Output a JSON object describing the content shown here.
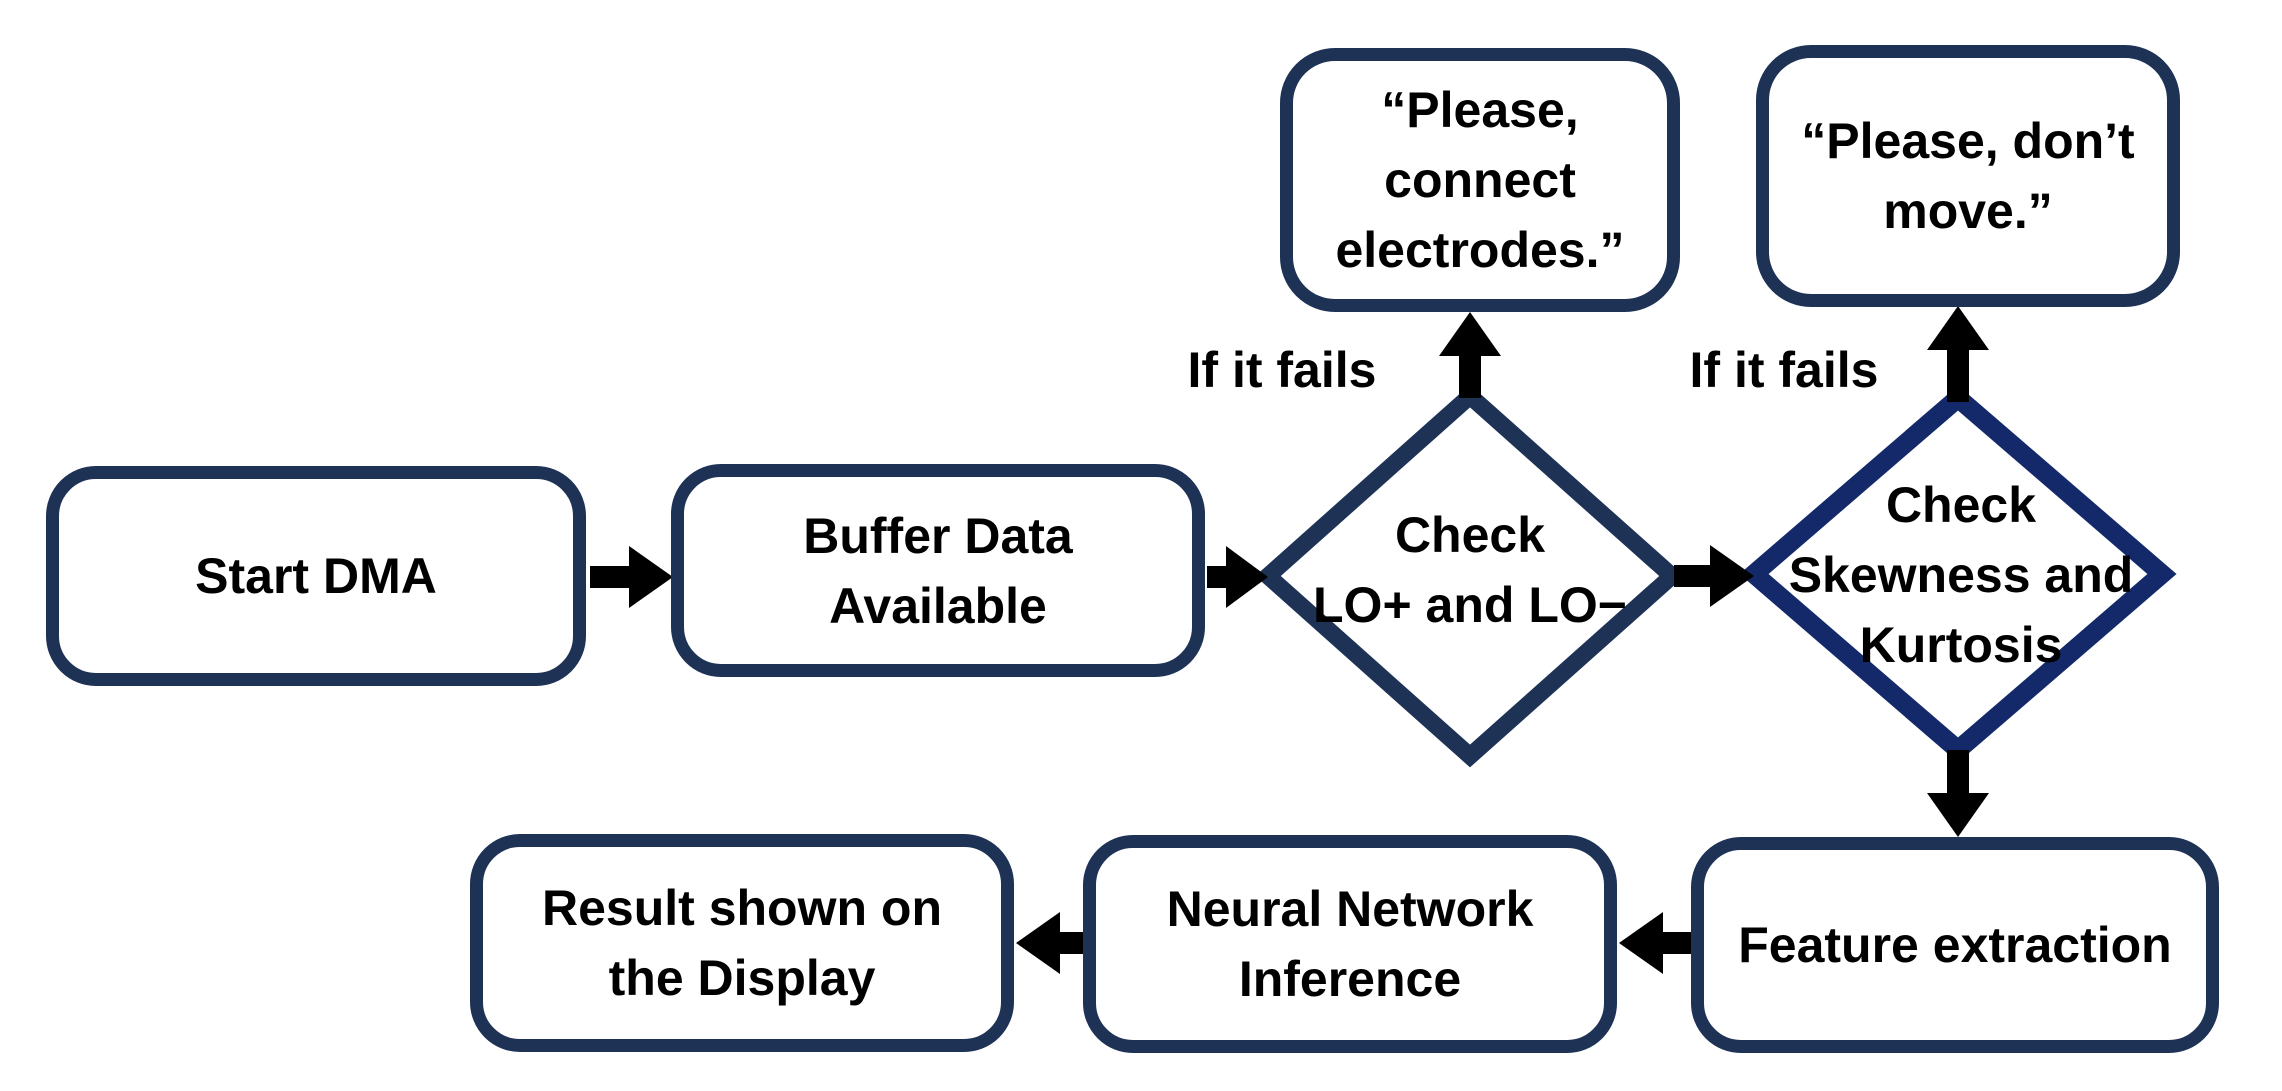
{
  "colors": {
    "background": "#ffffff",
    "shape_border": "#1e3255",
    "diamond2_border": "#14296a",
    "arrow": "#000000",
    "text": "#000000"
  },
  "flowchart": {
    "nodes": {
      "start": {
        "label": [
          "Start DMA"
        ]
      },
      "buffer": {
        "label": [
          "Buffer Data",
          "Available"
        ]
      },
      "connect_msg": {
        "label": [
          "“Please,",
          "connect",
          "electrodes.”"
        ]
      },
      "dont_move_msg": {
        "label": [
          "“Please, don’t",
          "move.”"
        ]
      },
      "check_lo": {
        "label": [
          "Check",
          "LO+ and LO−"
        ]
      },
      "check_skew": {
        "label": [
          "Check",
          "Skewness and",
          "Kurtosis"
        ]
      },
      "feature": {
        "label": [
          "Feature extraction"
        ]
      },
      "nn": {
        "label": [
          "Neural Network",
          "Inference"
        ]
      },
      "result": {
        "label": [
          "Result shown on",
          "the Display"
        ]
      }
    },
    "edge_labels": {
      "fail1": "If it fails",
      "fail2": "If it fails"
    }
  }
}
